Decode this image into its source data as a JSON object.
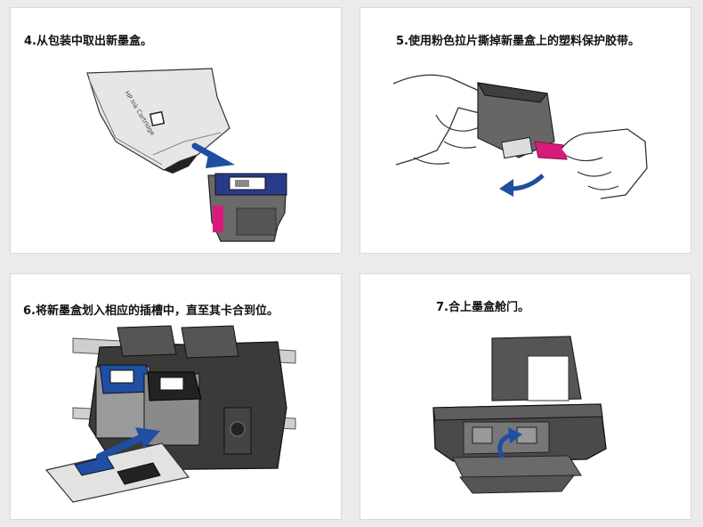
{
  "steps": [
    {
      "caption": "4.从包装中取出新墨盒。",
      "illustration": "cartridge-unpack-illustration"
    },
    {
      "caption": "5.使用粉色拉片撕掉新墨盒上的塑料保护胶带。",
      "illustration": "remove-tape-illustration"
    },
    {
      "caption": "6.将新墨盒划入相应的插槽中，直至其卡合到位。",
      "illustration": "insert-cartridge-illustration"
    },
    {
      "caption": "7.合上墨盒舱门。",
      "illustration": "close-door-illustration"
    }
  ],
  "package_text": "HP Ink Cartridge",
  "colors": {
    "background": "#ebebeb",
    "panel": "#ffffff",
    "pink_tab": "#d81b7a",
    "blue_arrow": "#1f4ea3",
    "cartridge_body": "#6a6a6a",
    "cartridge_label": "#2a3a8a"
  }
}
